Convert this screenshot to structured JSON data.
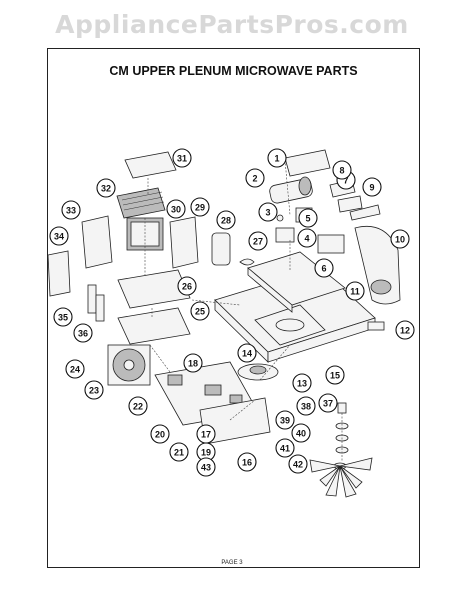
{
  "watermark": "AppliancePartsPros.com",
  "title": "CM UPPER PLENUM MICROWAVE PARTS",
  "footer": "PAGE 3",
  "callouts": [
    "1",
    "2",
    "3",
    "4",
    "5",
    "6",
    "7",
    "8",
    "9",
    "10",
    "11",
    "12",
    "13",
    "14",
    "15",
    "16",
    "17",
    "18",
    "19",
    "20",
    "21",
    "22",
    "23",
    "24",
    "25",
    "26",
    "27",
    "28",
    "29",
    "30",
    "31",
    "32",
    "33",
    "34",
    "35",
    "36",
    "37",
    "38",
    "39",
    "40",
    "41",
    "42",
    "43"
  ]
}
